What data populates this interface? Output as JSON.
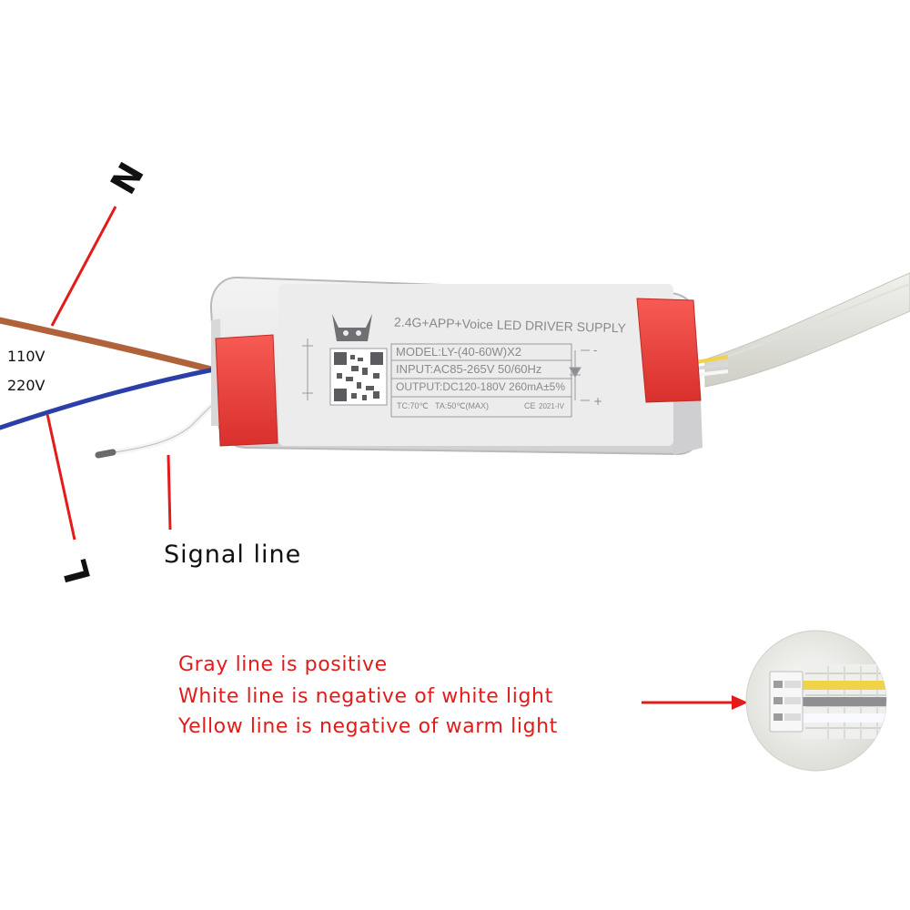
{
  "labels": {
    "n": "N",
    "l": "L",
    "v110": "110V",
    "v220": "220V",
    "signal": "Signal line"
  },
  "product_label": {
    "title": "2.4G+APP+Voice LED DRIVER SUPPLY",
    "model": "MODEL:LY-(40-60W)X2",
    "input": "INPUT:AC85-265V 50/60Hz",
    "output": "OUTPUT:DC120-180V  260mA±5%",
    "tc": "TC:70℃",
    "ta": "TA:50℃(MAX)",
    "ce": "CE",
    "date": "2021-IV",
    "minus": "-",
    "plus": "+"
  },
  "notes": [
    "Gray line is positive",
    "White line is negative of white light",
    "Yellow line is negative of warm light"
  ],
  "colors": {
    "red_annotation": "#e31b1b",
    "brown_wire": "#b0633a",
    "blue_wire": "#2c3fa8",
    "driver_body": "#e9e9ea",
    "end_cap": "#f0443f"
  }
}
